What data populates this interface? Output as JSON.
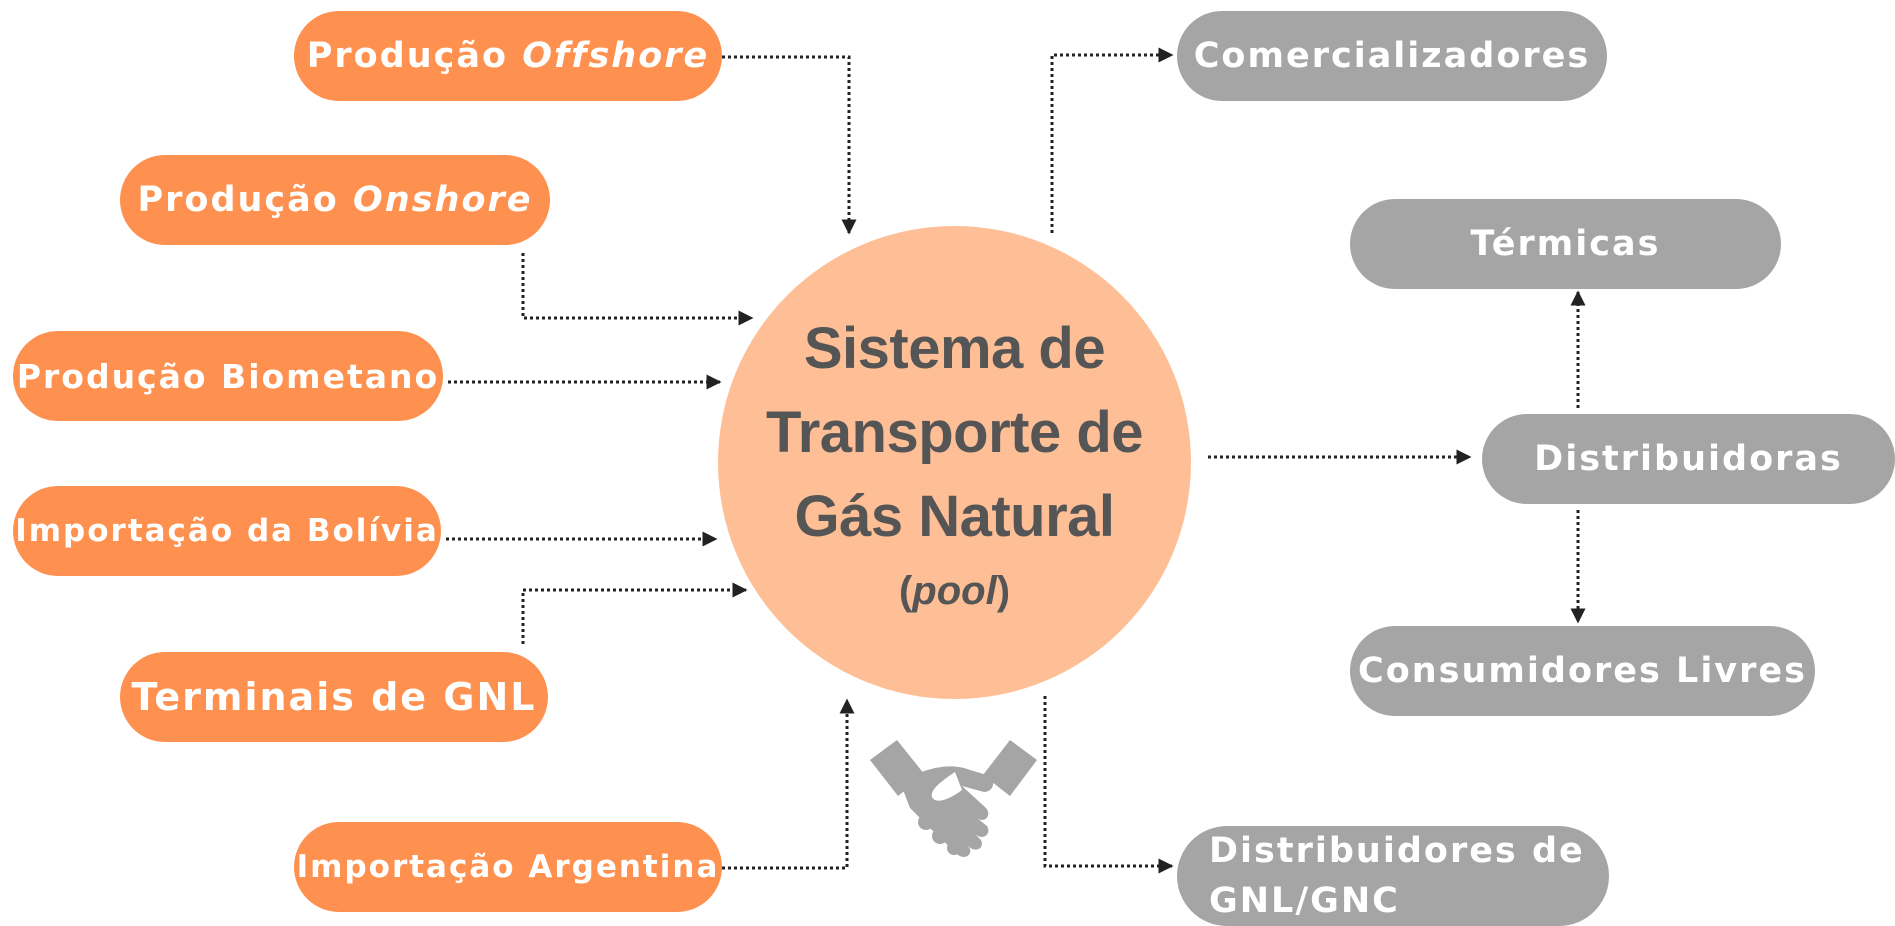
{
  "hub": {
    "line1": "Sistema de",
    "line2": "Transporte de",
    "line3": "Gás Natural",
    "pool_open": "(",
    "pool_word": "pool",
    "pool_close": ")"
  },
  "sources": {
    "offshore": {
      "prefix": "Produção ",
      "italic": "Offshore"
    },
    "onshore": {
      "prefix": "Produção ",
      "italic": "Onshore"
    },
    "biometano": {
      "label": "Produção Biometano"
    },
    "bolivia": {
      "label": "Importação da Bolívia"
    },
    "gnl": {
      "label": "Terminais de GNL"
    },
    "argentina": {
      "label": "Importação Argentina"
    }
  },
  "destinations": {
    "comercializadores": {
      "label": "Comercializadores"
    },
    "termicas": {
      "label": "Térmicas"
    },
    "distribuidoras": {
      "label": "Distribuidoras"
    },
    "consumidores": {
      "label": "Consumidores Livres"
    },
    "dist_gnl_line1": "Distribuidores de",
    "dist_gnl_line2": "GNL/GNC"
  },
  "colors": {
    "source_fill": "#fe914f",
    "destination_fill": "#a5a5a5",
    "hub_fill": "#ffbf96",
    "hub_text": "#555555",
    "connector": "#222222",
    "handshake": "#a5a5a5"
  },
  "icons": {
    "handshake": "handshake-icon"
  }
}
